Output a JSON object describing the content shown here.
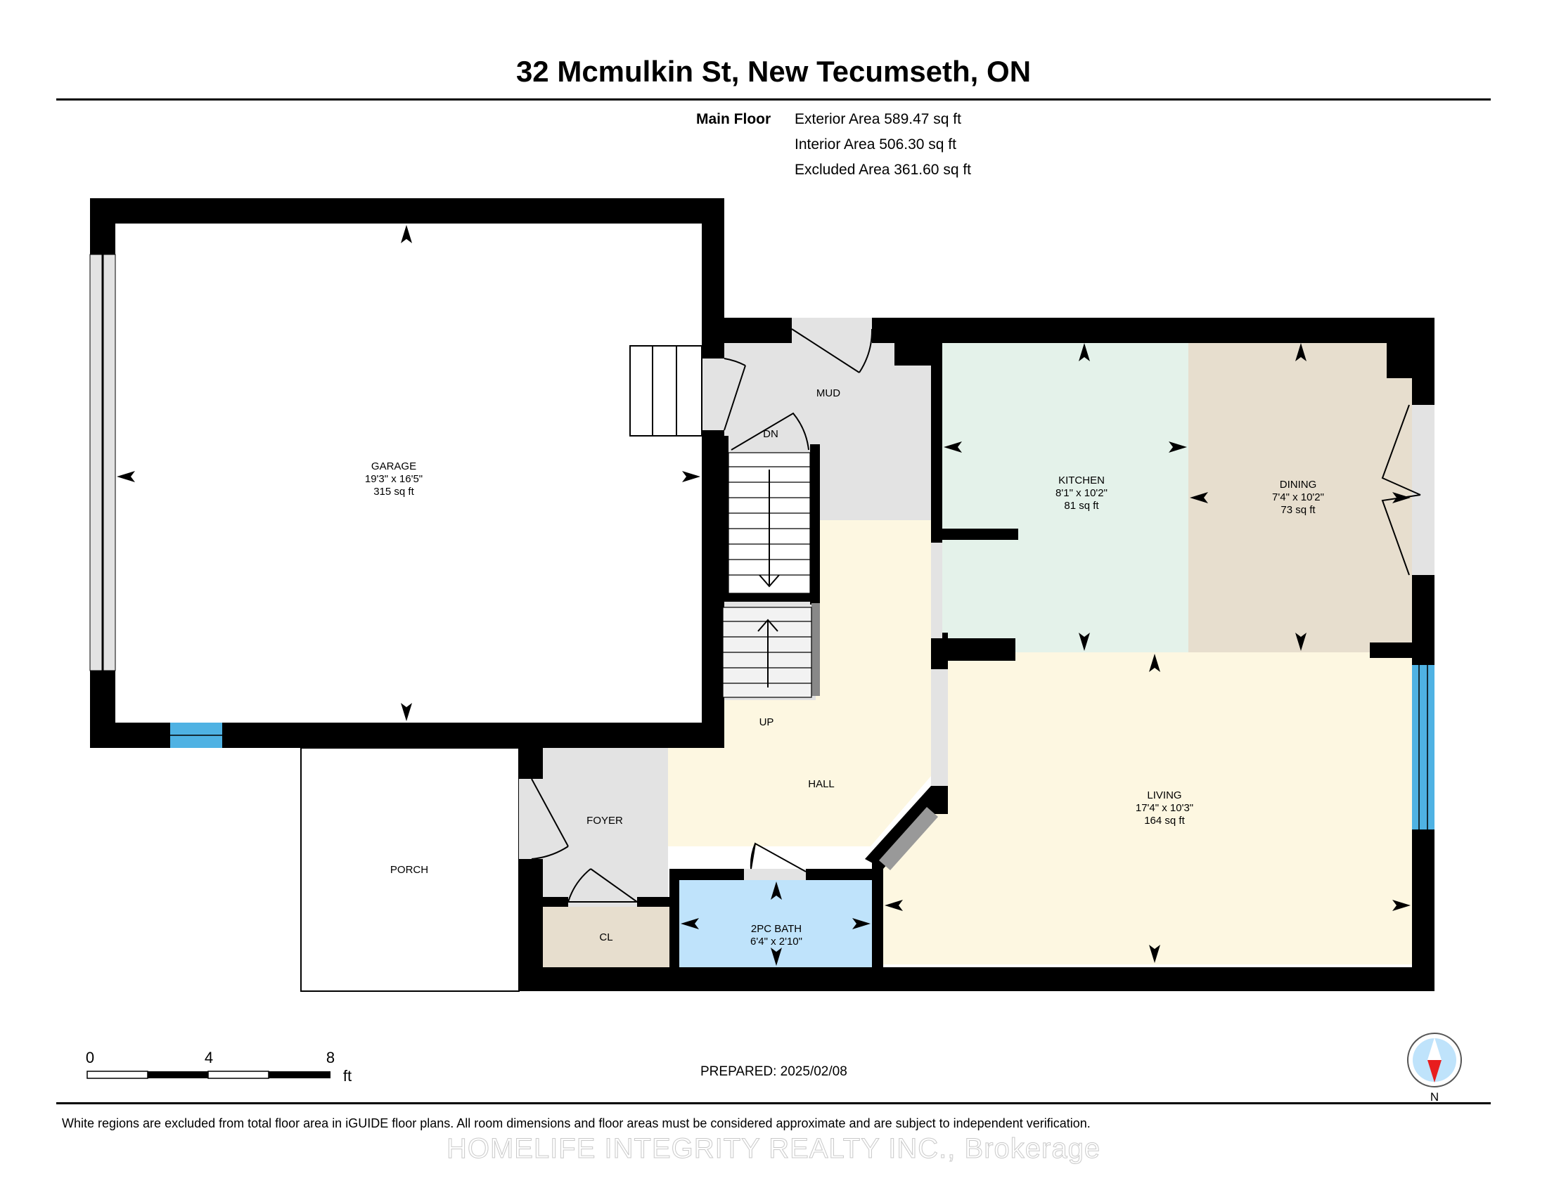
{
  "title": "32 Mcmulkin St, New Tecumseth, ON",
  "floor": {
    "name": "Main Floor",
    "exterior_area": "Exterior Area 589.47 sq ft",
    "interior_area": "Interior Area 506.30 sq ft",
    "excluded_area": "Excluded Area 361.60 sq ft"
  },
  "rooms": {
    "garage": {
      "name": "GARAGE",
      "dims": "19'3\" x 16'5\"",
      "area": "315 sq ft"
    },
    "kitchen": {
      "name": "KITCHEN",
      "dims": "8'1\" x 10'2\"",
      "area": "81 sq ft"
    },
    "dining": {
      "name": "DINING",
      "dims": "7'4\" x 10'2\"",
      "area": "73 sq ft"
    },
    "living": {
      "name": "LIVING",
      "dims": "17'4\" x 10'3\"",
      "area": "164 sq ft"
    },
    "bath": {
      "name": "2PC BATH",
      "dims": "6'4\" x 2'10\""
    },
    "mud": {
      "name": "MUD"
    },
    "hall": {
      "name": "HALL"
    },
    "foyer": {
      "name": "FOYER"
    },
    "porch": {
      "name": "PORCH"
    },
    "closet": {
      "name": "CL"
    },
    "stairs_down": "DN",
    "stairs_up": "UP"
  },
  "scale_bar": {
    "ticks": [
      "0",
      "4",
      "8"
    ],
    "unit": "ft"
  },
  "compass_label": "N",
  "prepared": "PREPARED: 2025/02/08",
  "disclaimer": "White regions are excluded from total floor area in iGUIDE floor plans. All room dimensions and floor areas must be considered approximate and are subject to independent verification.",
  "watermark": "HOMELIFE INTEGRITY REALTY INC., Brokerage",
  "colors": {
    "kitchen": "#e4f2ea",
    "dining": "#e7dece",
    "living_hall": "#fdf7e1",
    "bath": "#bfe3fb",
    "closet": "#e7dece",
    "gray_rooms": "#e3e3e3",
    "window": "#4fb2e3",
    "wall": "#000000"
  }
}
